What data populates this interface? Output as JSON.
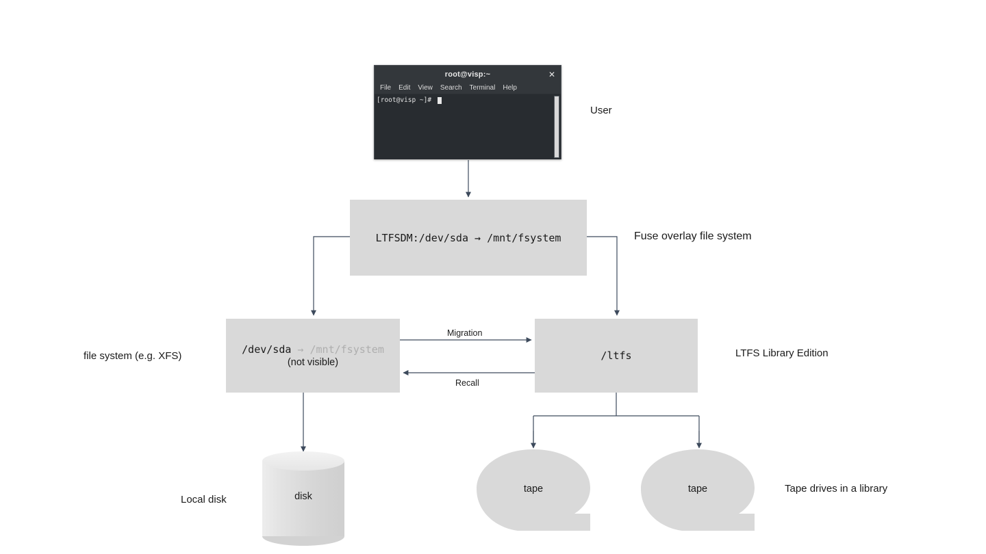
{
  "terminal": {
    "title": "root@visp:~",
    "close_icon": "close-icon",
    "close_glyph": "✕",
    "menu": [
      "File",
      "Edit",
      "View",
      "Search",
      "Terminal",
      "Help"
    ],
    "prompt": "[root@visp ~]# "
  },
  "nodes": {
    "overlay": {
      "text": "LTFSDM:/dev/sda → /mnt/fsystem"
    },
    "fsystem": {
      "text_primary": "/dev/sda ",
      "text_dim": "→ /mnt/fsystem",
      "note": "(not visible)"
    },
    "ltfs": {
      "text": "/ltfs"
    },
    "disk": {
      "label": "disk"
    },
    "tape_left": {
      "label": "tape"
    },
    "tape_right": {
      "label": "tape"
    }
  },
  "labels": {
    "user": "User",
    "fuse_overlay": "Fuse overlay file system",
    "file_system": "file system (e.g. XFS)",
    "ltfs_library_edition": "LTFS Library Edition",
    "local_disk": "Local disk",
    "tape_drives": "Tape drives in a library"
  },
  "edges": {
    "migration": "Migration",
    "recall": "Recall"
  },
  "colors": {
    "box_fill": "#d9d9d9",
    "arrow_stroke": "#3d4a5c",
    "terminal_bg": "#282c30",
    "terminal_chrome": "#33373b",
    "dim_text": "#aeaeae"
  }
}
